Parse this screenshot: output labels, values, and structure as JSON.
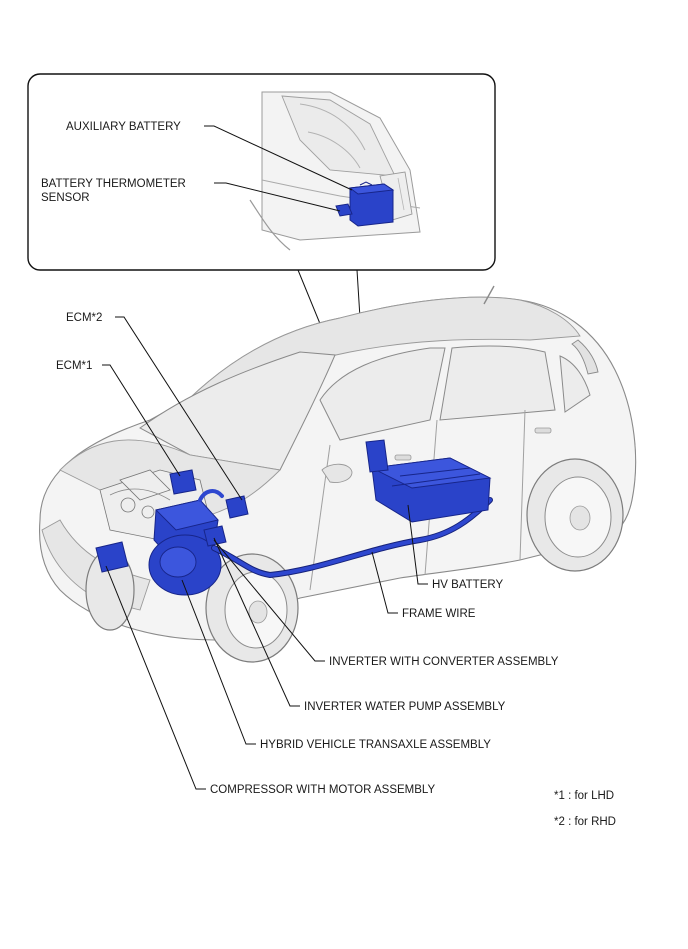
{
  "inset_labels": {
    "auxiliary_battery": "AUXILIARY BATTERY",
    "battery_thermometer_sensor_line1": "BATTERY THERMOMETER",
    "battery_thermometer_sensor_line2": "SENSOR"
  },
  "labels": {
    "ecm2": "ECM*2",
    "ecm1": "ECM*1",
    "hv_battery": "HV BATTERY",
    "frame_wire": "FRAME WIRE",
    "inverter_with_converter": "INVERTER WITH CONVERTER ASSEMBLY",
    "inverter_water_pump": "INVERTER WATER PUMP ASSEMBLY",
    "hybrid_transaxle": "HYBRID VEHICLE TRANSAXLE ASSEMBLY",
    "compressor_motor": "COMPRESSOR WITH MOTOR ASSEMBLY"
  },
  "notes": {
    "note1": "*1 : for LHD",
    "note2": "*2 : for RHD"
  },
  "colors": {
    "component_highlight": "#2a43c9",
    "line": "#111111",
    "car_body": "#f4f4f4"
  }
}
